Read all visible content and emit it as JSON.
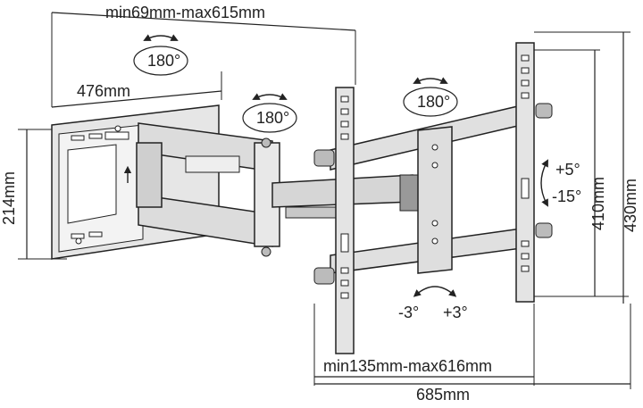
{
  "dimensions": {
    "arm_extension": "min69mm-max615mm",
    "wall_plate_width": "476mm",
    "wall_plate_height": "214mm",
    "tv_vesa_horizontal": "min135mm-max616mm",
    "overall_width": "685mm",
    "tv_vesa_vertical": "410mm",
    "overall_height": "430mm"
  },
  "angles": {
    "swivel_wall": "180°",
    "swivel_arm": "180°",
    "swivel_tv": "180°",
    "tilt_up": "+5°",
    "tilt_down": "-15°",
    "rotate_left": "-3°",
    "rotate_right": "+3°"
  },
  "colors": {
    "line": "#222222",
    "metal_light": "#e2e2e2",
    "metal_mid": "#c6c6c6",
    "metal_dark": "#8a8a8a"
  }
}
